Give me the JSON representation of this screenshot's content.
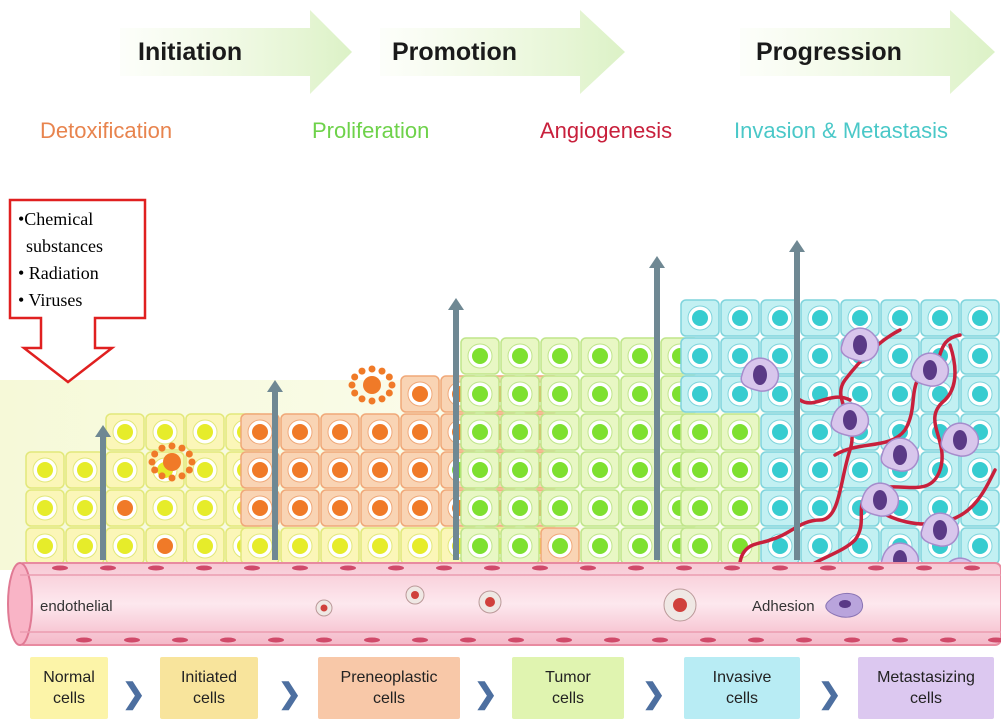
{
  "stages": [
    {
      "label": "Initiation"
    },
    {
      "label": "Promotion"
    },
    {
      "label": "Progression"
    }
  ],
  "processes": [
    {
      "label": "Detoxification",
      "color": "#e8844e"
    },
    {
      "label": "Proliferation",
      "color": "#6ed24a"
    },
    {
      "label": "Angiogenesis",
      "color": "#c8203c"
    },
    {
      "label": "Invasion & Metastasis",
      "color": "#4ac8c8"
    }
  ],
  "carcinogens": {
    "items": [
      "•Chemical",
      "substances",
      "• Radiation",
      "• Viruses"
    ],
    "border_color": "#e02020"
  },
  "vessel": {
    "endothelial_label": "endothelial",
    "adhesion_label": "Adhesion"
  },
  "cell_stages": [
    {
      "label": "Normal\ncells",
      "color": "#fcf4a8"
    },
    {
      "label": "Initiated\ncells",
      "color": "#f8e49c"
    },
    {
      "label": "Preneoplastic\ncells",
      "color": "#f8c8a8"
    },
    {
      "label": "Tumor\ncells",
      "color": "#e0f4b0"
    },
    {
      "label": "Invasive\ncells",
      "color": "#b8ecf4"
    },
    {
      "label": "Metastasizing\ncells",
      "color": "#dcc8f0"
    }
  ],
  "arrow_glyph": "❯"
}
